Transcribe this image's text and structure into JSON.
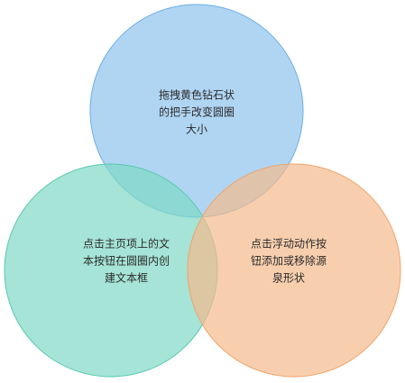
{
  "diagram": {
    "type": "venn",
    "circles": [
      {
        "id": "top",
        "fill": "#8ec3ee",
        "stroke": "#6aaee6",
        "lines": [
          "拖拽黄色钻石状",
          "的把手改变圆圈",
          "大小"
        ]
      },
      {
        "id": "left",
        "fill": "#7fd8c4",
        "stroke": "#59c9b0",
        "lines": [
          "点击主页项上的文",
          "本按钮在圆圈内创",
          "建文本框"
        ]
      },
      {
        "id": "right",
        "fill": "#f5ba8b",
        "stroke": "#efa36a",
        "lines": [
          "点击浮动动作按",
          "钮添加或移除源",
          "泉形状"
        ]
      }
    ]
  }
}
